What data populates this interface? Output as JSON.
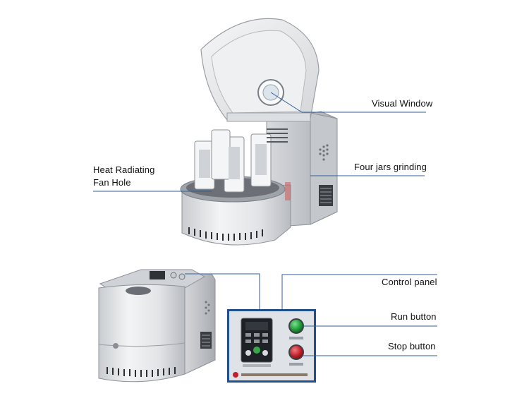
{
  "labels": {
    "visual_window": "Visual Window",
    "heat_line1": "Heat Radiating",
    "heat_line2": "Fan Hole",
    "four_jars": "Four jars grinding",
    "control_panel": "Control panel",
    "run_button": "Run button",
    "stop_button": "Stop button"
  },
  "colors": {
    "callout_line": "#2f5f9a",
    "machine_body": "#e9eaec",
    "panel_frame": "#1f4f8f",
    "run_button": "#1f9a3a",
    "stop_button": "#c0202a"
  },
  "icons": {
    "run": "green-circle-button",
    "stop": "red-circle-button"
  }
}
